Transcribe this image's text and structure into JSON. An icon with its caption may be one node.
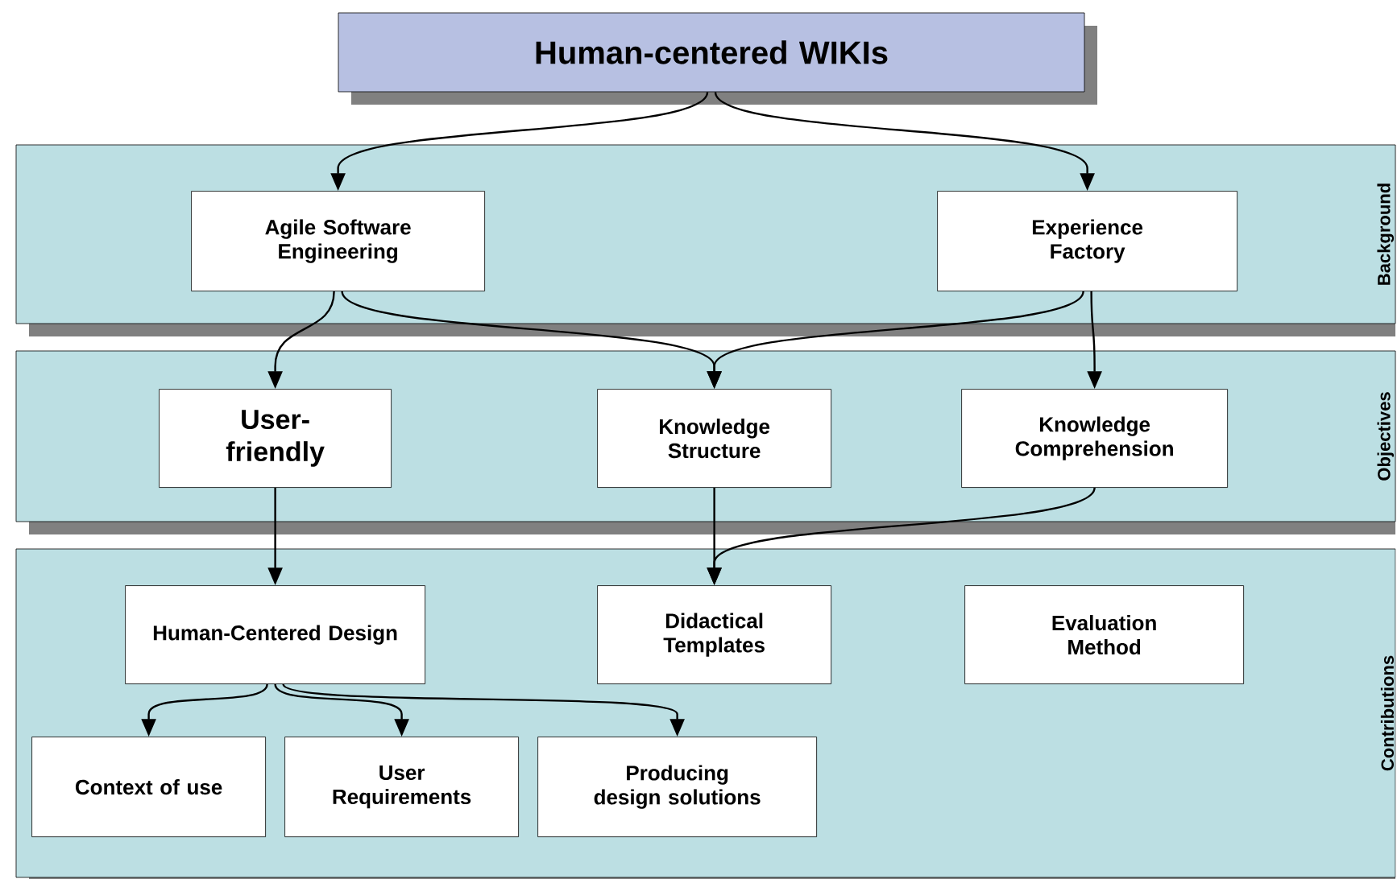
{
  "diagram": {
    "nodes": [
      {
        "text": [
          "Human-centered WIKIs"
        ]
      },
      {
        "text": [
          "Background"
        ]
      },
      {
        "text": [
          "Agile Software Engineering"
        ],
        "in": 1
      },
      {
        "text": [
          "Experience Factory"
        ],
        "in": 1
      },
      {
        "text": [
          "Objectives"
        ]
      },
      {
        "text": [
          "User-friendly"
        ],
        "in": 4
      },
      {
        "text": [
          "Knowledge Structure"
        ],
        "in": 4
      },
      {
        "text": [
          "Knowledge Comprehension"
        ],
        "in": 4
      },
      {
        "text": [
          "Contributions"
        ]
      },
      {
        "text": [
          "Human-Centered Design"
        ],
        "in": 8
      },
      {
        "text": [
          "Didactical Templates"
        ],
        "in": 8
      },
      {
        "text": [
          "Evaluation Method"
        ],
        "in": 8
      },
      {
        "text": [
          "Context of use"
        ],
        "in": 8
      },
      {
        "text": [
          "User Requirements"
        ],
        "in": 8
      },
      {
        "text": [
          "Producing design solutions"
        ],
        "in": 8
      }
    ],
    "edges": [
      {
        "from": 0,
        "to": 2,
        "arrow": "to"
      },
      {
        "from": 0,
        "to": 3,
        "arrow": "to"
      },
      {
        "from": 2,
        "to": 5,
        "arrow": "to"
      },
      {
        "from": 2,
        "to": 6,
        "arrow": "to"
      },
      {
        "from": 3,
        "to": 6,
        "arrow": "to"
      },
      {
        "from": 3,
        "to": 7,
        "arrow": "to"
      },
      {
        "from": 5,
        "to": 9,
        "arrow": "to"
      },
      {
        "from": 6,
        "to": 10,
        "arrow": "to"
      },
      {
        "from": 7,
        "to": 10,
        "arrow": "to"
      },
      {
        "from": 9,
        "to": 12,
        "arrow": "to"
      },
      {
        "from": 9,
        "to": 13,
        "arrow": "to"
      },
      {
        "from": 9,
        "to": 14,
        "arrow": "to"
      }
    ]
  }
}
